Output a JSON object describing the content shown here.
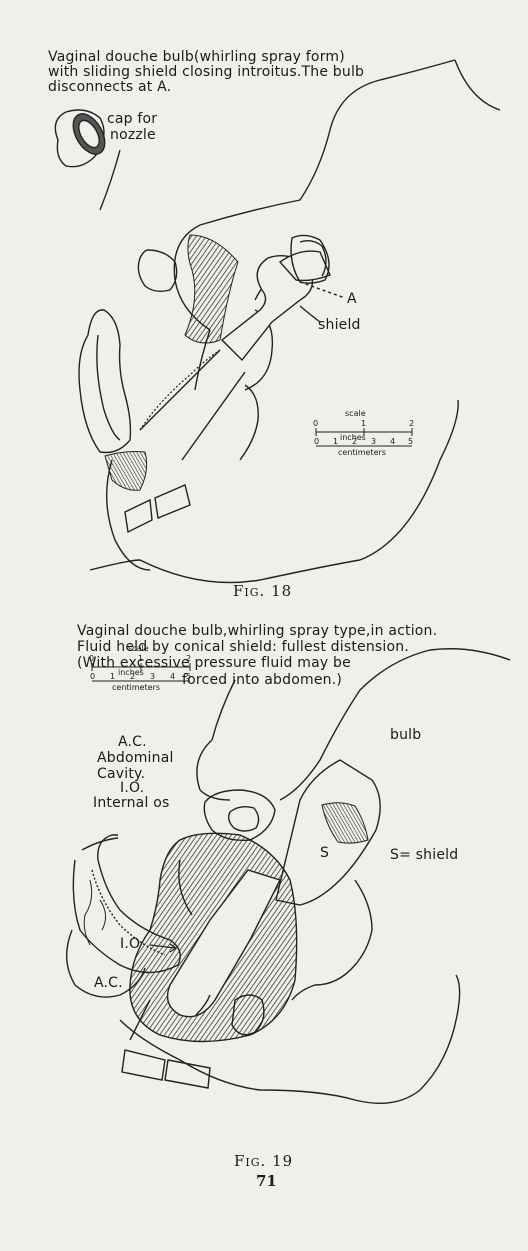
{
  "figure18": {
    "caption_lines": [
      "Vaginal douche bulb(whirling spray form)",
      "with sliding shield closing introitus.The bulb",
      "disconnects at A."
    ],
    "cap_label_lines": [
      "cap for",
      "nozzle"
    ],
    "label_a": "A",
    "label_shield": "shield",
    "scale": {
      "title": "scale",
      "inch_ticks": [
        "0",
        "1",
        "2"
      ],
      "inch_unit": "inches",
      "cm_ticks": [
        "0",
        "1",
        "2",
        "3",
        "4",
        "5"
      ],
      "cm_unit": "centimeters"
    },
    "fig_label": "Fig. 18"
  },
  "figure19": {
    "caption_lines": [
      "Vaginal douche bulb,whirling spray type,in action.",
      "Fluid held by conical shield: fullest distension.",
      "(With excessive pressure fluid may be",
      "forced into abdomen.)"
    ],
    "scale": {
      "title": "scale",
      "inch_ticks": [
        "0",
        "1",
        "2"
      ],
      "inch_unit": "inches",
      "cm_ticks": [
        "0",
        "1",
        "2",
        "3",
        "4",
        "5"
      ],
      "cm_unit": "centimeters"
    },
    "legend_lines": [
      "A.C.",
      "Abdominal",
      "Cavity.",
      "I.O.",
      "Internal os"
    ],
    "label_bulb": "bulb",
    "label_s": "S",
    "label_s_shield": "S= shield",
    "label_io": "I.O",
    "label_ac": "A.C.",
    "fig_label": "Fig. 19"
  },
  "page_number": "71"
}
